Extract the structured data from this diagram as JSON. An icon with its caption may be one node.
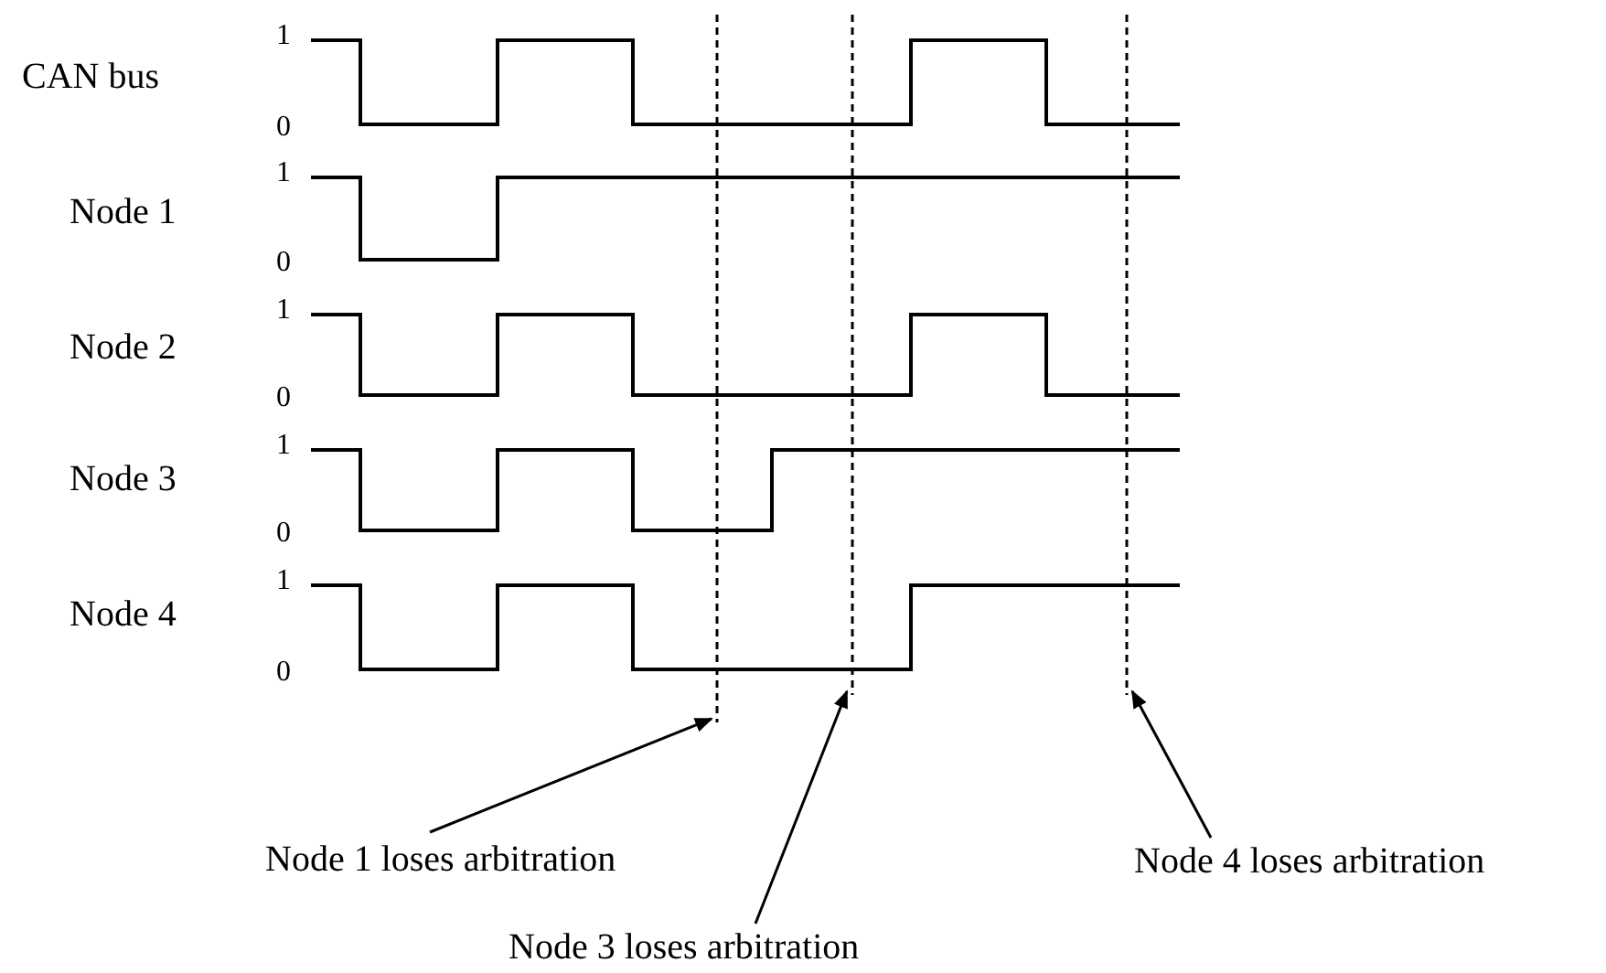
{
  "diagram": {
    "nodes": [
      {
        "text": [
          "Node 1 loses arbitration"
        ]
      },
      {
        "text": [
          "Node 3 loses arbitration"
        ]
      },
      {
        "text": [
          "Node 4 loses arbitration"
        ]
      },
      {
        "text": [],
        "shape": "line"
      },
      {
        "text": [],
        "shape": "line"
      },
      {
        "text": [],
        "shape": "line"
      }
    ],
    "edges": [
      {
        "from": 0,
        "to": 3,
        "arrow": "to"
      },
      {
        "from": 1,
        "to": 4,
        "arrow": "to"
      },
      {
        "from": 2,
        "to": 5,
        "arrow": "to"
      }
    ],
    "labels": [
      "CAN bus",
      "1",
      "0",
      "Node 1",
      "1",
      "0",
      "Node 2",
      "1",
      "0",
      "Node 3",
      "1",
      "0",
      "Node 4",
      "1",
      "0"
    ]
  }
}
